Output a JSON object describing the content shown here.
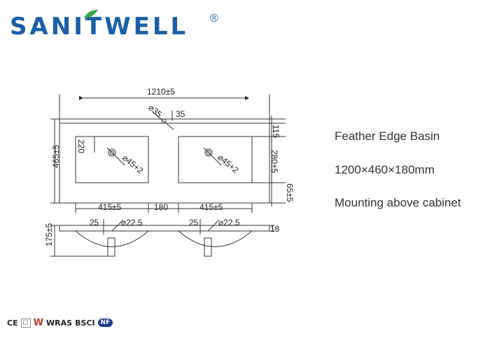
{
  "brand": {
    "name": "SANITWELL",
    "registered_mark": "®",
    "color": "#1a5fa8",
    "leaf_color": "#3aa84a"
  },
  "specs": {
    "title": "Feather Edge Basin",
    "size": "1200×460×180mm",
    "mounting": "Mounting above cabinet"
  },
  "dimensions": {
    "overall_width": "1210±5",
    "tap_hole": "⌀35",
    "tap_offset": "35",
    "depth": "465±5",
    "top_edge": "115",
    "bowl_edge": "220",
    "drain_left": "⌀45+2",
    "drain_right": "⌀45+2",
    "bowl_depth": "280±5",
    "front_edge": "65±5",
    "bowl_width_left": "415±5",
    "gap": "180",
    "bowl_width_right": "415±5",
    "height": "175±5",
    "overflow_left": "25",
    "overflow_dia_left": "⌀22.5",
    "overflow_right": "25",
    "overflow_dia_right": "⌀22.5",
    "rim_thickness": "18"
  },
  "certifications": {
    "ce": "CE",
    "box": "☐",
    "w": "W",
    "wras": "WRAS",
    "bsci": "BSCI",
    "nf": "NF"
  }
}
